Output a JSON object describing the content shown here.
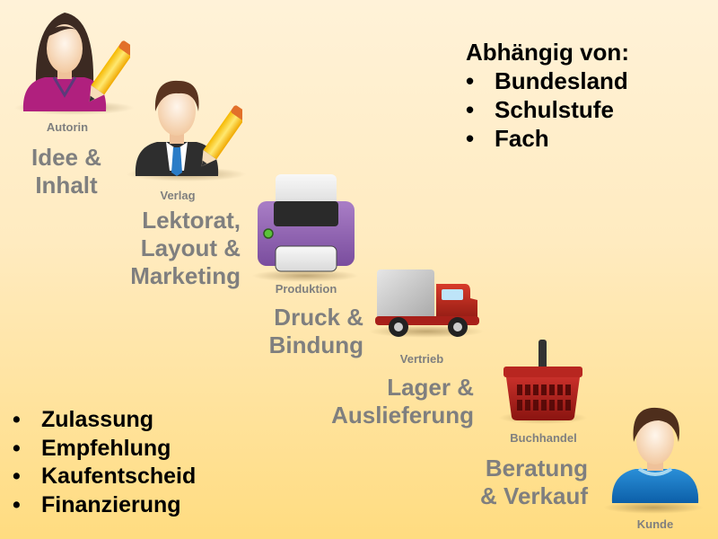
{
  "top_right_box": {
    "heading": "Abhängig von:",
    "items": [
      "Bundesland",
      "Schulstufe",
      "Fach"
    ]
  },
  "bottom_left_box": {
    "items": [
      "Zulassung",
      "Empfehlung",
      "Kaufentscheid",
      "Finanzierung"
    ]
  },
  "steps": [
    {
      "role": "Autorin",
      "task": [
        "Idee &",
        "Inhalt"
      ],
      "icon": "author-woman-pencil-icon"
    },
    {
      "role": "Verlag",
      "task": [
        "Lektorat,",
        "Layout &",
        "Marketing"
      ],
      "icon": "publisher-man-pencil-icon"
    },
    {
      "role": "Produktion",
      "task": [
        "Druck &",
        "Bindung"
      ],
      "icon": "printer-icon"
    },
    {
      "role": "Vertrieb",
      "task": [
        "Lager &",
        "Auslieferung"
      ],
      "icon": "truck-icon"
    },
    {
      "role": "Buchhandel",
      "task": [
        "Beratung",
        "& Verkauf"
      ],
      "icon": "shopping-basket-icon"
    },
    {
      "role": "Kunde",
      "task": [],
      "icon": "customer-person-icon"
    }
  ],
  "colors": {
    "label_gray": "#7F7F7F",
    "background_top": "#FFF2D8",
    "background_bottom": "#FFDC80"
  }
}
